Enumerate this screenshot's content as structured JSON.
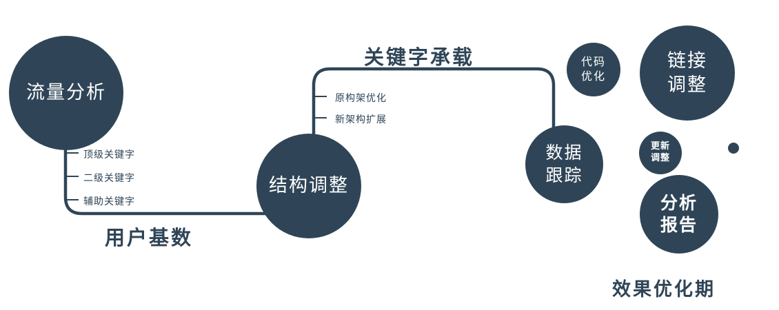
{
  "colors": {
    "primary": "#2f4557",
    "background": "#ffffff",
    "node_text": "#ffffff"
  },
  "nodes": {
    "traffic_analysis": {
      "label": "流量分析"
    },
    "structure_adjust": {
      "label": "结构调整"
    },
    "data_tracking": {
      "lines": [
        "数据",
        "跟踪"
      ]
    },
    "code_optimization": {
      "lines": [
        "代码",
        "优化"
      ]
    },
    "link_adjustment": {
      "lines": [
        "链接",
        "调整"
      ]
    },
    "update_adjustment": {
      "lines": [
        "更新",
        "调整"
      ]
    },
    "analysis_report": {
      "lines": [
        "分析",
        "报告"
      ]
    }
  },
  "edges": {
    "user_base_label": "用户基数",
    "keyword_carry_label": "关键字承载"
  },
  "branches": {
    "traffic_keywords": [
      "顶级关键字",
      "二级关键字",
      "辅助关键字"
    ],
    "structure_items": [
      "原构架优化",
      "新架构扩展"
    ]
  },
  "captions": {
    "phase": "效果优化期"
  }
}
